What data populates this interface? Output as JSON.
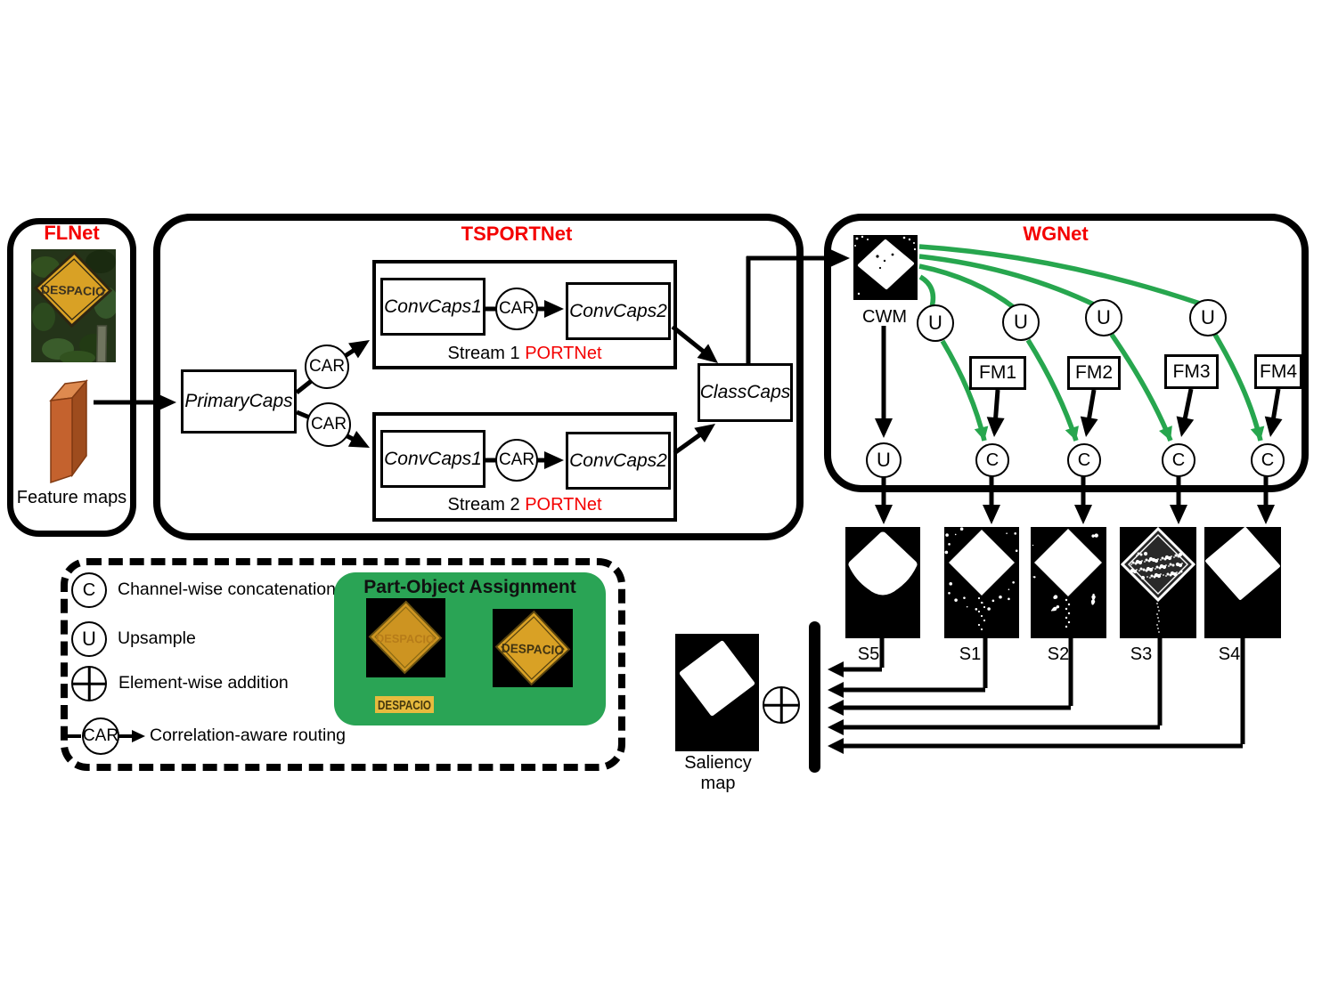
{
  "colors": {
    "accent_red": "#f40000",
    "green": "#27a64e",
    "green_box": "#2aa455",
    "sign_yellow": "#d9a125"
  },
  "flnet": {
    "title": "FLNet",
    "sign_text": "DESPACIO",
    "caption": "Feature maps"
  },
  "tsportnet": {
    "title": "TSPORTNet",
    "primary_caps": "PrimaryCaps",
    "car": "CAR",
    "class_caps": "ClassCaps",
    "streams": [
      {
        "conv_caps1": "ConvCaps1",
        "car": "CAR",
        "conv_caps2": "ConvCaps2",
        "label": "Stream 1 ",
        "label_highlight": "PORTNet"
      },
      {
        "conv_caps1": "ConvCaps1",
        "car": "CAR",
        "conv_caps2": "ConvCaps2",
        "label": "Stream 2 ",
        "label_highlight": "PORTNet"
      }
    ]
  },
  "wgnet": {
    "title": "WGNet",
    "cwm_label": "CWM",
    "upsample_symbol": "U",
    "concat_symbol": "C",
    "fm_labels": [
      "FM1",
      "FM2",
      "FM3",
      "FM4"
    ]
  },
  "outputs": {
    "side_labels": [
      "S5",
      "S1",
      "S2",
      "S3",
      "S4"
    ],
    "saliency_caption": "Saliency map"
  },
  "legend": {
    "items": [
      {
        "symbol": "C",
        "text": "Channel-wise concatenation"
      },
      {
        "symbol": "U",
        "text": "Upsample"
      },
      {
        "symbol": "⊕",
        "text": "Element-wise addition"
      },
      {
        "symbol": "CAR",
        "text": "Correlation-aware routing"
      }
    ]
  },
  "part_object": {
    "title": "Part-Object Assignment",
    "sign_text": "DESPACIO"
  }
}
